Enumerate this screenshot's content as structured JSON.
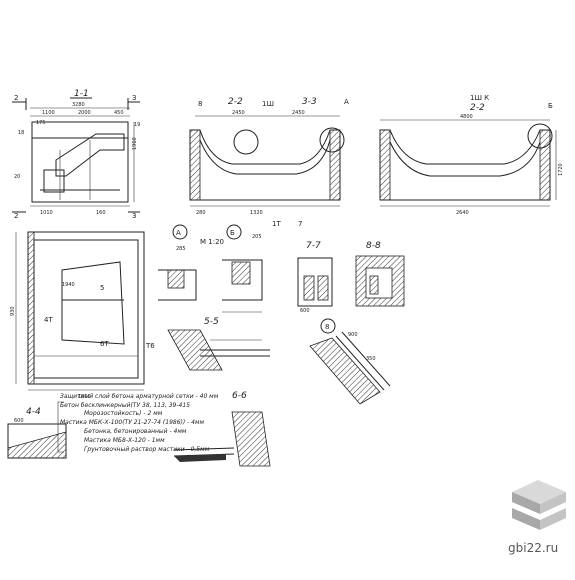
{
  "sections": {
    "s11": "1-1",
    "s22a": "2-2",
    "s33": "3-3",
    "s22b": "2-2",
    "s55": "5-5",
    "s66": "6-6",
    "s44": "4-4",
    "s77": "7-7",
    "s88": "8-8"
  },
  "marks": {
    "m2_left_top": "2",
    "m3_left_top": "3",
    "m2_left_bottom": "2",
    "m3_left_bottom": "3",
    "sh1": "1Ш",
    "sh1k": "1Ш К",
    "callout_a": "А",
    "callout_b": "Б",
    "callout_a2": "А",
    "callout_b2": "Б",
    "scale": "М 1:20",
    "tag_8a": "8",
    "tag_8b": "8",
    "t4": "4Т",
    "t5": "5",
    "t6": "6Т",
    "t6b": "Т6",
    "t1": "1Т",
    "t7": "7",
    "t18": "18",
    "t19": "19",
    "t20": "20"
  },
  "dims": {
    "d3280": "3280",
    "d1100": "1100",
    "d2000": "2000",
    "d450a": "450",
    "d175": "175",
    "d2450": "2450",
    "d2450b": "2450",
    "d4800": "4800",
    "d1320": "1320",
    "d1010": "1010",
    "d2640": "2640",
    "d1940": "1940",
    "d1800": "1800",
    "d1720": "1720",
    "d1960": "1960",
    "d160": "160",
    "d930": "930",
    "d600": "600",
    "d285": "285",
    "d205": "205",
    "d600b": "600",
    "d900": "900",
    "d350": "350",
    "d280": "280"
  },
  "notes": {
    "n1": "Защитный слой бетона арматурной сетки - 40 мм",
    "n2": "Бетон бесклинкерный(ТУ 38, 113, 39-415",
    "n3": "Морозостойкость) - 2 мм",
    "n4": "Мастика МБК-Х-100(ТУ 21-27-74 (1986)) - 4мм",
    "n5": "Бетонка, бетонированный - 4мм",
    "n6": "Мастика МБ8-Х-120 - 1мм",
    "n7": "Грунтовочный раствор мастики - 0,5мм"
  },
  "watermark": "gbi22.ru",
  "colors": {
    "ink": "#222222",
    "paper": "#ffffff",
    "logo_top": "#d9d9d9",
    "logo_side": "#a8a8a8",
    "wm": "#555555"
  }
}
